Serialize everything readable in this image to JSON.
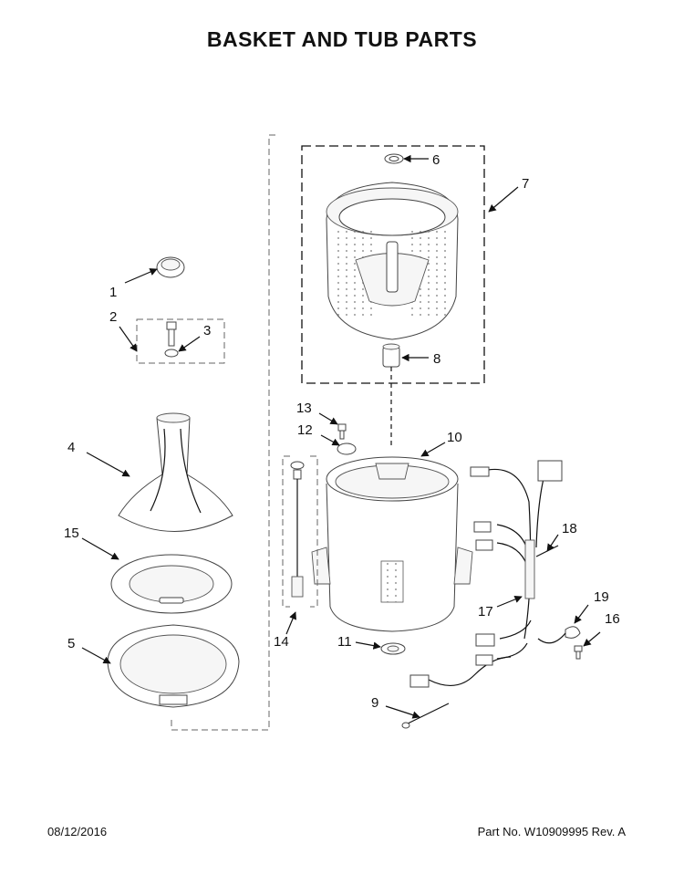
{
  "title": "BASKET AND TUB PARTS",
  "footer": {
    "date": "08/12/2016",
    "part_no": "Part No.  W10909995  Rev.  A"
  },
  "callouts": [
    "1",
    "2",
    "3",
    "4",
    "5",
    "6",
    "7",
    "8",
    "9",
    "10",
    "11",
    "12",
    "13",
    "14",
    "15",
    "16",
    "17",
    "18",
    "19"
  ]
}
